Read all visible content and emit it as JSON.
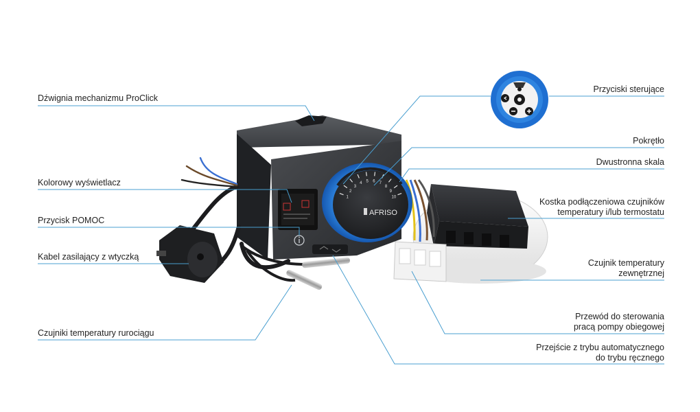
{
  "colors": {
    "callout_line": "#4a9fd0",
    "housing": "#333538",
    "accent_blue": "#1f6fd1",
    "label_text": "#222222"
  },
  "labels": {
    "lever": "Dźwignia mechanizmu ProClick",
    "display": "Kolorowy wyświetlacz",
    "help_button": "Przycisk POMOC",
    "power_cable": "Kabel zasilający z wtyczką",
    "pipe_sensors": "Czujniki temperatury rurociągu",
    "control_buttons": "Przyciski sterujące",
    "knob": "Pokrętło",
    "scale": "Dwustronna skala",
    "junction_box_line1": "Kostka podłączeniowa czujników",
    "junction_box_line2": "temperatury i/lub termostatu",
    "outdoor_sensor_line1": "Czujnik temperatury",
    "outdoor_sensor_line2": "zewnętrznej",
    "pump_wire_line1": "Przewód do sterowania",
    "pump_wire_line2": "pracą pompy obiegowej",
    "mode_switch_line1": "Przejście z trybu automatycznego",
    "mode_switch_line2": "do trybu ręcznego"
  },
  "device": {
    "brand": "AFRISO",
    "scale_marks": [
      "1",
      "2",
      "3",
      "4",
      "5",
      "6",
      "7",
      "8",
      "9",
      "10"
    ]
  },
  "icons": [
    "info-icon",
    "minus-icon",
    "plus-icon",
    "back-icon",
    "ok-icon"
  ]
}
